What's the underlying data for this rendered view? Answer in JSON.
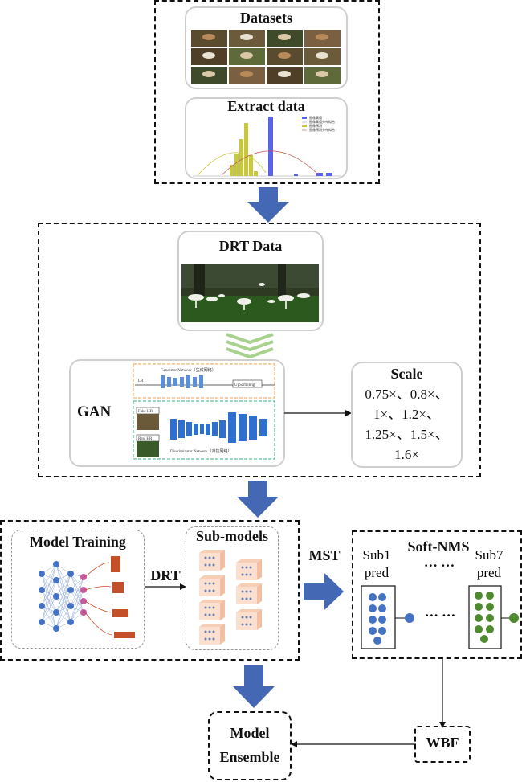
{
  "datasets": {
    "title": "Datasets"
  },
  "extract": {
    "title": "Extract data",
    "legend": [
      "图像真值",
      "图像真值分布拟合",
      "图像预测",
      "图像预测分布拟合"
    ]
  },
  "drt": {
    "title": "DRT Data"
  },
  "gan": {
    "label": "GAN",
    "generator": "Generator Network（生成网络）",
    "lr": "LR",
    "upsampling": "UpSampling",
    "fake_hr": "Fake HR",
    "real_hr": "Real HR",
    "discriminator": "Discriminator Network（对抗网络）"
  },
  "scale": {
    "title": "Scale",
    "lines": [
      "0.75×、0.8×、",
      "1×、1.2×、",
      "1.25×、1.5×、",
      "1.6×"
    ]
  },
  "training": {
    "model_training": "Model Training",
    "drt_label": "DRT",
    "submodels": "Sub-models",
    "mst": "MST"
  },
  "nms": {
    "title": "Soft-NMS",
    "sub1_line1": "Sub1",
    "sub1_line2": "pred",
    "dots_top": "… …",
    "sub7_line1": "Sub7",
    "sub7_line2": "pred",
    "dots_mid": "… …"
  },
  "wbf": {
    "label": "WBF"
  },
  "ensemble": {
    "line1": "Model",
    "line2": "Ensemble"
  },
  "colors": {
    "arrow": "#4468b4",
    "node_blue": "#4472c4",
    "node_pink": "#c55a9f",
    "node_green": "#4e8a2e",
    "block_orange": "#c4502a",
    "chevron": "#a9d18e"
  }
}
